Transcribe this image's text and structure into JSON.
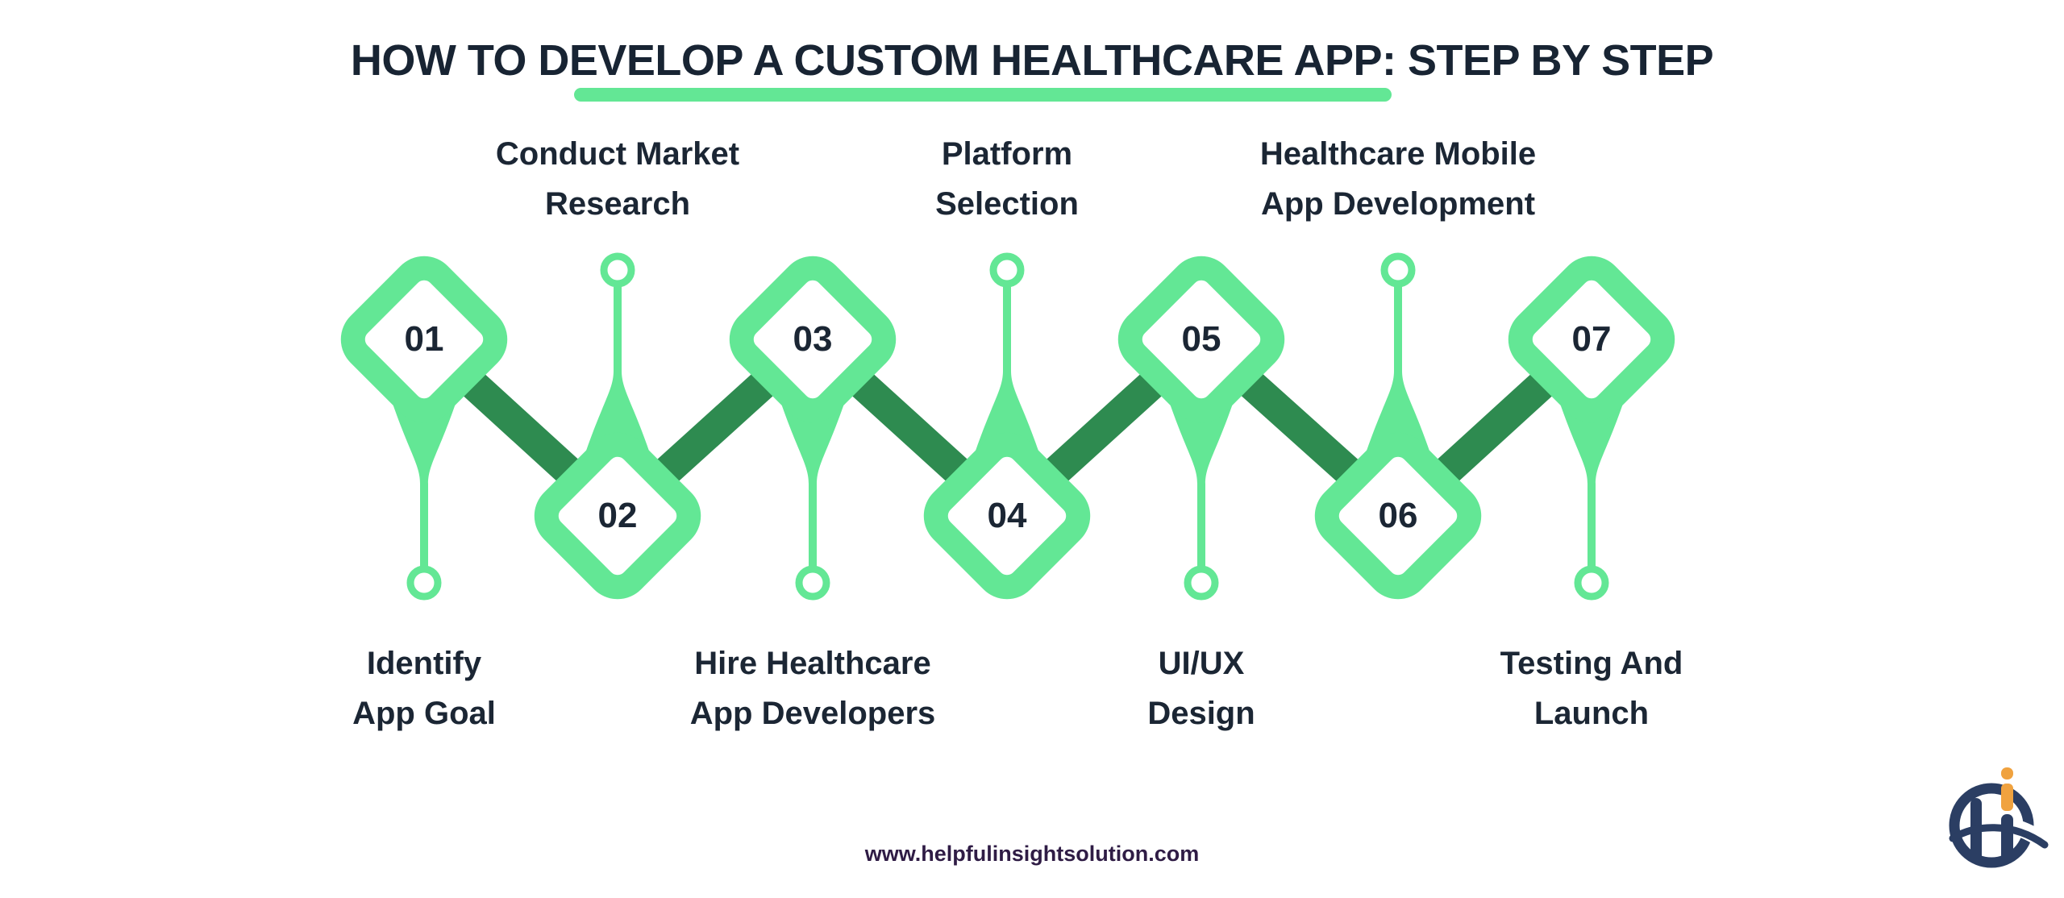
{
  "title": "HOW TO DEVELOP A CUSTOM HEALTHCARE APP: STEP BY STEP",
  "steps": [
    {
      "number": "01",
      "lines": [
        "Identify",
        "App Goal"
      ],
      "label_position": "below"
    },
    {
      "number": "02",
      "lines": [
        "Conduct Market",
        "Research"
      ],
      "label_position": "above"
    },
    {
      "number": "03",
      "lines": [
        "Hire Healthcare",
        "App Developers"
      ],
      "label_position": "below"
    },
    {
      "number": "04",
      "lines": [
        "Platform",
        "Selection"
      ],
      "label_position": "above"
    },
    {
      "number": "05",
      "lines": [
        "UI/UX",
        "Design"
      ],
      "label_position": "below"
    },
    {
      "number": "06",
      "lines": [
        "Healthcare Mobile",
        "App Development"
      ],
      "label_position": "above"
    },
    {
      "number": "07",
      "lines": [
        "Testing And",
        "Launch"
      ],
      "label_position": "below"
    }
  ],
  "footer": {
    "website": "www.helpfulinsightsolution.com"
  },
  "logo": {
    "icon": "helpful-insight-hi-monogram"
  },
  "colors": {
    "background": "#ffffff",
    "light_green": "#63e795",
    "dark_green": "#2e8b50",
    "heading_navy": "#182433",
    "label_navy": "#1b2634",
    "footer_purple": "#2f1c45",
    "logo_navy": "#2b3e63",
    "logo_orange": "#f0a23f"
  }
}
